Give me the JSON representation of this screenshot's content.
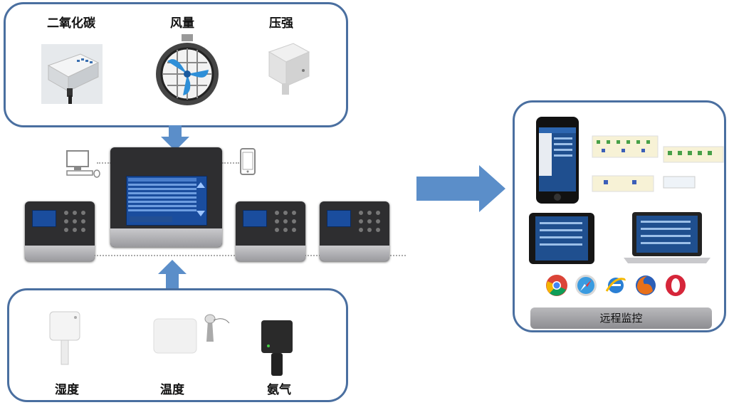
{
  "top_sensors": [
    {
      "label": "二氧化碳",
      "icon": "co2-sensor-icon"
    },
    {
      "label": "风量",
      "icon": "airflow-fan-icon"
    },
    {
      "label": "压强",
      "icon": "pressure-sensor-icon"
    }
  ],
  "bottom_sensors": [
    {
      "label": "湿度",
      "icon": "humidity-sensor-icon"
    },
    {
      "label": "温度",
      "icon": "temperature-sensor-icon"
    },
    {
      "label": "氨气",
      "icon": "ammonia-sensor-icon"
    }
  ],
  "remote": {
    "title": "远程监控"
  },
  "colors": {
    "panel_border": "#4a6fa0",
    "arrow": "#5b8ec9",
    "screen": "#1a4d9e"
  }
}
